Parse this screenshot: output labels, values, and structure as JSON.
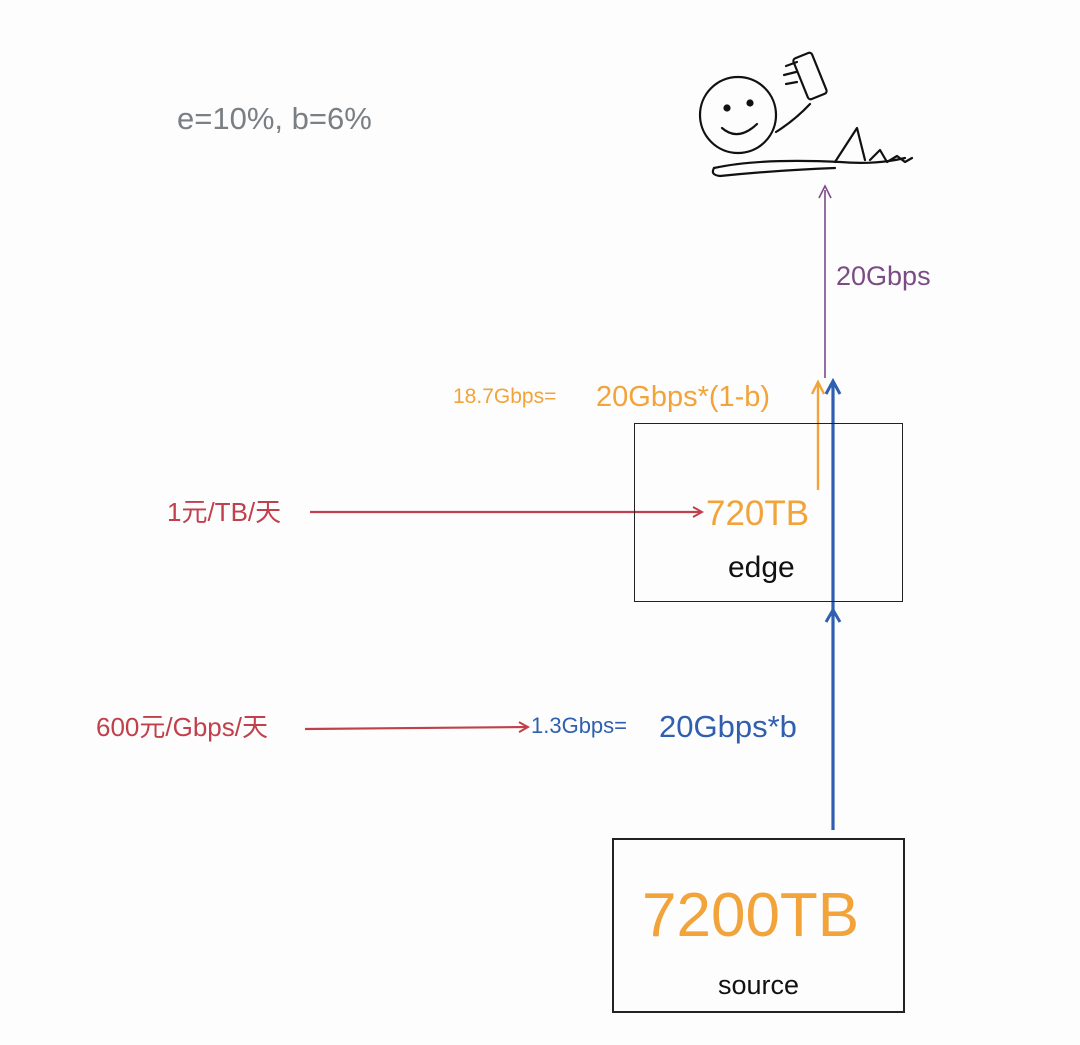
{
  "params": {
    "text": "e=10%, b=6%"
  },
  "user": {
    "icon": "person-lying-with-phone-icon"
  },
  "edge": {
    "label": "edge",
    "capacity": "720TB",
    "storage_cost": "1元/TB/天"
  },
  "source": {
    "label": "source",
    "capacity": "7200TB"
  },
  "flows": {
    "user_bw": "20Gbps",
    "edge_hit_value": "18.7Gbps=",
    "edge_hit_formula": "20Gbps*(1-b)",
    "backsource_value": "1.3Gbps=",
    "backsource_formula": "20Gbps*b",
    "bandwidth_cost": "600元/Gbps/天"
  },
  "colors": {
    "gray": "#7a7f84",
    "purple": "#7b4b86",
    "orange": "#f2a33a",
    "red": "#c0404c",
    "blue": "#2f5fae",
    "black": "#111111"
  }
}
